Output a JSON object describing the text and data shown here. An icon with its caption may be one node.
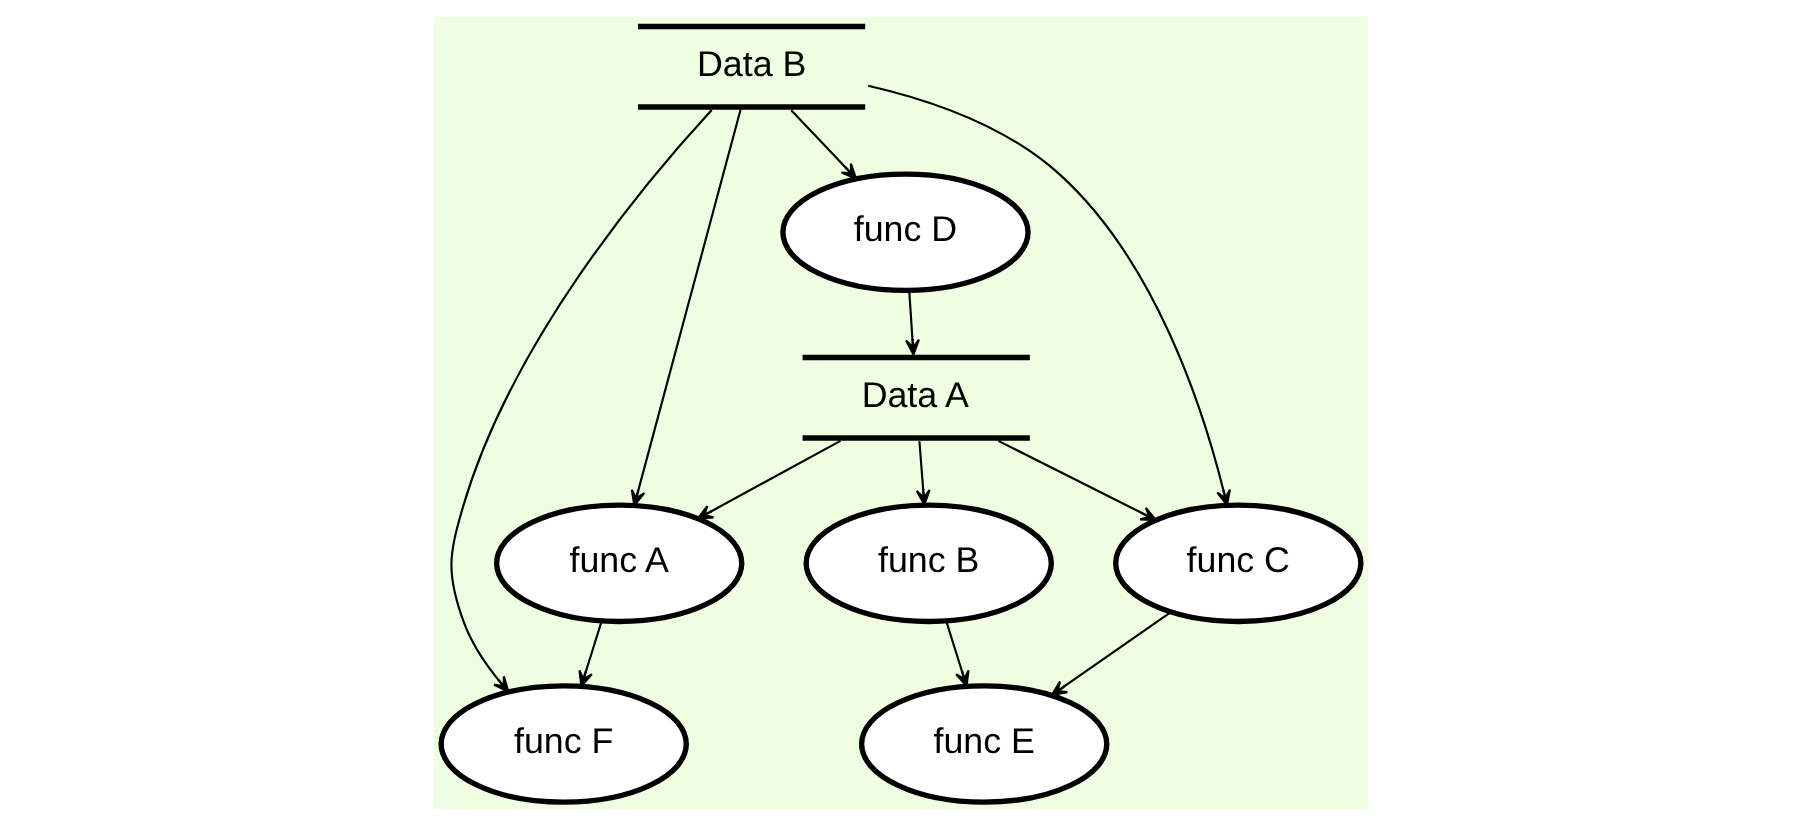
{
  "diagram": {
    "nodes": [
      {
        "text": [
          "func F"
        ]
      },
      {
        "text": [
          "func E"
        ]
      },
      {
        "text": [
          "func A"
        ]
      },
      {
        "text": [
          "func B"
        ]
      },
      {
        "text": [
          "Data B"
        ]
      },
      {
        "text": [
          "func D"
        ]
      },
      {
        "text": [
          "Data A"
        ]
      },
      {
        "text": [
          "func C"
        ]
      }
    ],
    "edges": [
      {
        "from": 2,
        "to": 0,
        "arrow": "to"
      },
      {
        "from": 4,
        "to": 0,
        "arrow": "to"
      },
      {
        "from": 3,
        "to": 1,
        "arrow": "to"
      },
      {
        "from": 4,
        "to": 2,
        "arrow": "to"
      },
      {
        "from": 6,
        "to": 2,
        "arrow": "to"
      },
      {
        "from": 6,
        "to": 3,
        "arrow": "to"
      },
      {
        "from": 4,
        "to": 5,
        "arrow": "to"
      },
      {
        "from": 7,
        "to": 1,
        "arrow": "to"
      },
      {
        "from": 5,
        "to": 6,
        "arrow": "to"
      },
      {
        "from": 6,
        "to": 7,
        "arrow": "to"
      },
      {
        "from": 4,
        "to": 7,
        "arrow": "to"
      }
    ]
  }
}
